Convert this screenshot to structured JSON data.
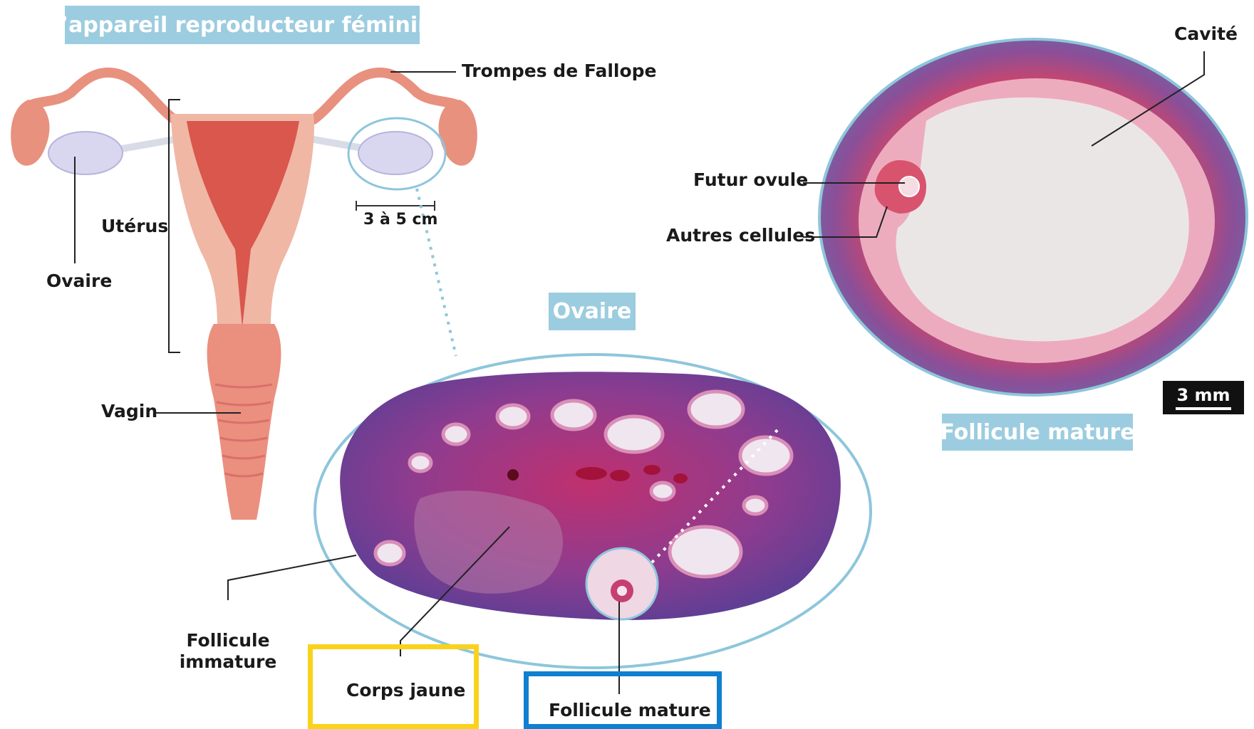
{
  "title": "L’appareil reproducteur féminin",
  "labels": {
    "trompes": "Trompes de Fallope",
    "uterus": "Utérus",
    "ovaire_left": "Ovaire",
    "vagin": "Vagin",
    "scale_ovary": "3 à 5 cm",
    "ovaire_banner": "Ovaire",
    "follicule_immature_1": "Follicule",
    "follicule_immature_2": "immature",
    "corps_jaune": "Corps jaune",
    "follicule_mature_bottom": "Follicule mature",
    "futur_ovule": "Futur ovule",
    "autres_cellules": "Autres cellules",
    "cavite": "Cavité",
    "scale_follicle": "3 mm",
    "follicule_mature_banner": "Follicule mature"
  },
  "colors": {
    "banner": "#9cccdf",
    "highlight_yellow": "#f9d21c",
    "highlight_blue": "#0f7fd0",
    "outline_blue": "#8ec6db"
  }
}
